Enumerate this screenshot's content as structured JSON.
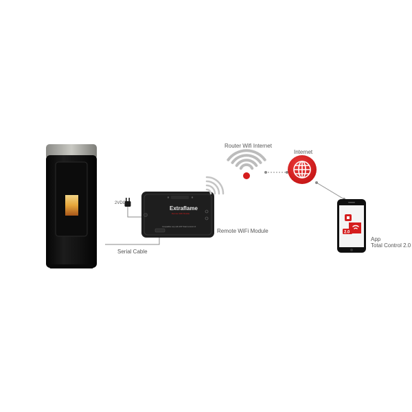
{
  "labels": {
    "router": "Router Wifi Internet",
    "internet": "Internet",
    "voltage": "2VDC",
    "module": "Remote WiFi Module",
    "serial": "Serial Cable",
    "app_line1": "App",
    "app_line2": "Total Control 2.0"
  },
  "module_device": {
    "brand": "Extraflame",
    "tagline": "Remote WiFi Module",
    "footnote": "Compatible only with APP Total Control 2.0"
  },
  "phone_app": {
    "badge": "2.0"
  },
  "colors": {
    "accent": "#d51d1d",
    "stove_body": "#141414",
    "module_body": "#1e1e1e",
    "wifi_grey": "#bcbcbc",
    "line": "#8a8a8a"
  }
}
